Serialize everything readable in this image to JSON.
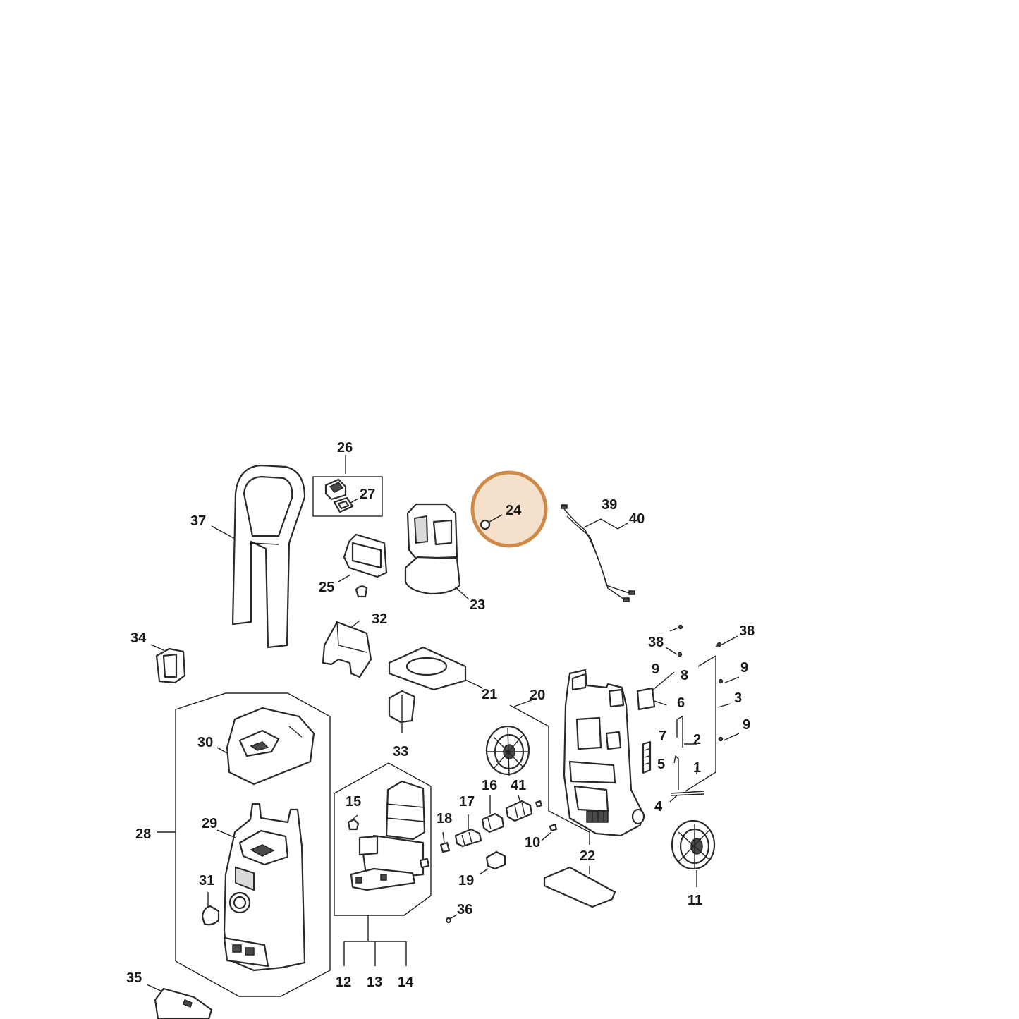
{
  "highlight": {
    "label": "24",
    "color": "#d08a48"
  },
  "callouts": {
    "c1": "1",
    "c2": "2",
    "c3": "3",
    "c4": "4",
    "c5": "5",
    "c6": "6",
    "c7": "7",
    "c8": "8",
    "c9a": "9",
    "c9b": "9",
    "c9c": "9",
    "c10": "10",
    "c11": "11",
    "c12": "12",
    "c13": "13",
    "c14": "14",
    "c15": "15",
    "c16": "16",
    "c17": "17",
    "c18": "18",
    "c19": "19",
    "c20": "20",
    "c21": "21",
    "c22": "22",
    "c23": "23",
    "c24": "24",
    "c25": "25",
    "c26": "26",
    "c27": "27",
    "c28": "28",
    "c29": "29",
    "c30": "30",
    "c31": "31",
    "c32": "32",
    "c33": "33",
    "c34": "34",
    "c35": "35",
    "c36": "36",
    "c37": "37",
    "c38a": "38",
    "c38b": "38",
    "c39": "39",
    "c40": "40",
    "c41": "41"
  }
}
